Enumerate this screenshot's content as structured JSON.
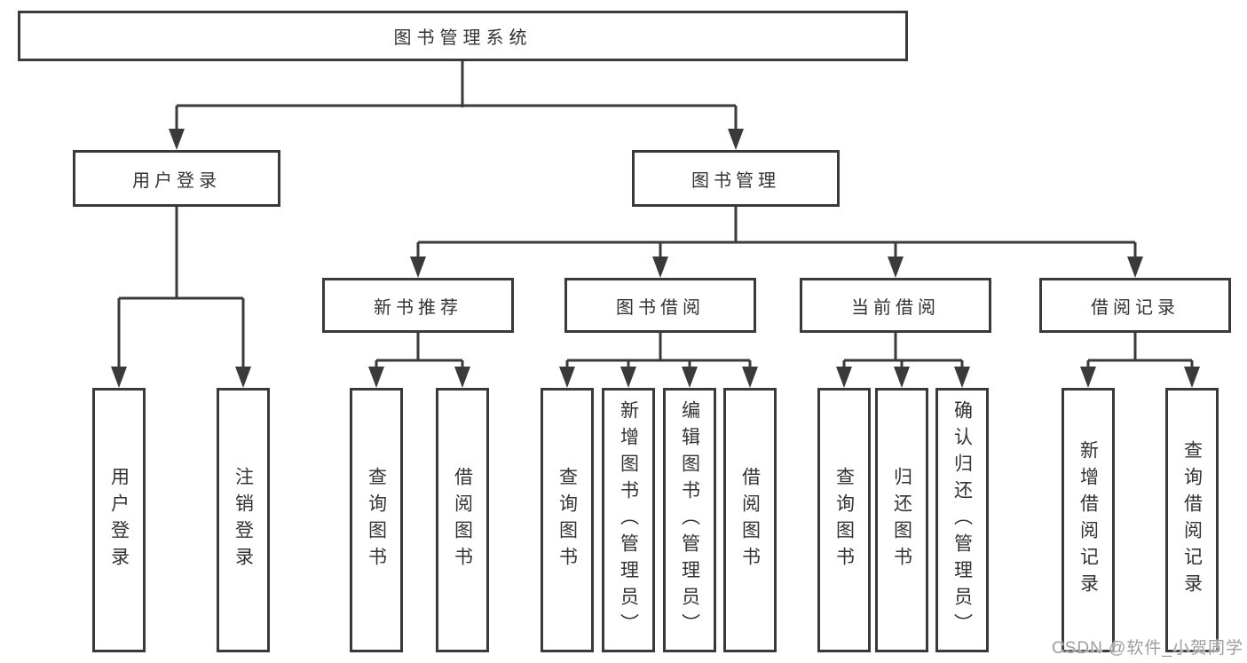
{
  "colors": {
    "background": "#ffffff",
    "line": "#3a3a3a",
    "box_border": "#3a3a3a",
    "box_fill": "#ffffff",
    "text": "#333333",
    "watermark": "#9d9d9d"
  },
  "diagram": {
    "title": "图书管理系统",
    "level2": {
      "user_login": "用户登录",
      "book_mgmt": "图书管理"
    },
    "level3": {
      "new_book": "新书推荐",
      "book_borrow": "图书借阅",
      "current_borrow": "当前借阅",
      "borrow_record": "借阅记录"
    },
    "leaves": {
      "user_login": [
        "用户登录",
        "注销登录"
      ],
      "new_book": [
        "查询图书",
        "借阅图书"
      ],
      "book_borrow": [
        "查询图书",
        "新增图书（管理员）",
        "编辑图书（管理员）",
        "借阅图书"
      ],
      "current_borrow": [
        "查询图书",
        "归还图书",
        "确认归还（管理员）"
      ],
      "borrow_record": [
        "新增借阅记录",
        "查询借阅记录"
      ]
    }
  },
  "watermark": {
    "text": "CSDN @软件_小贺同学"
  }
}
